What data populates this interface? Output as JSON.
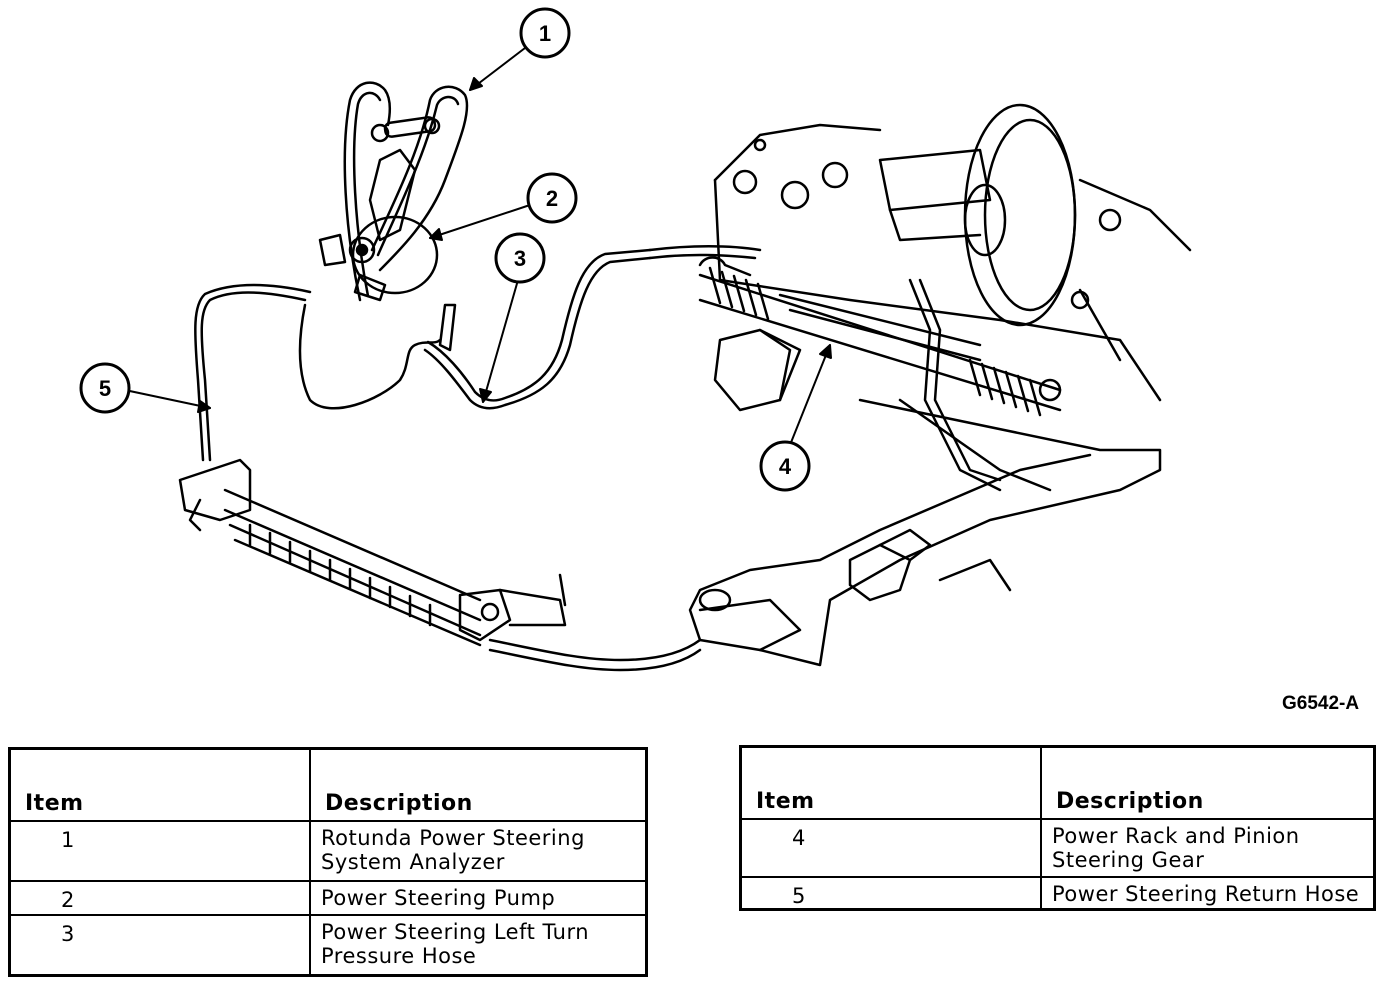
{
  "figure": {
    "code": "G6542-A",
    "callouts": [
      "1",
      "2",
      "3",
      "4",
      "5"
    ]
  },
  "legend_left": {
    "headers": [
      "Item",
      "Description"
    ],
    "rows": [
      {
        "item": "1",
        "line1": "Rotunda Power Steering",
        "line2": "System Analyzer"
      },
      {
        "item": "2",
        "line1": "Power Steering Pump",
        "line2": ""
      },
      {
        "item": "3",
        "line1": "Power Steering Left Turn",
        "line2": "Pressure Hose"
      }
    ]
  },
  "legend_right": {
    "headers": [
      "Item",
      "Description"
    ],
    "rows": [
      {
        "item": "4",
        "line1": "Power Rack and Pinion",
        "line2": "Steering Gear"
      },
      {
        "item": "5",
        "line1": "Power Steering Return Hose",
        "line2": ""
      }
    ]
  }
}
